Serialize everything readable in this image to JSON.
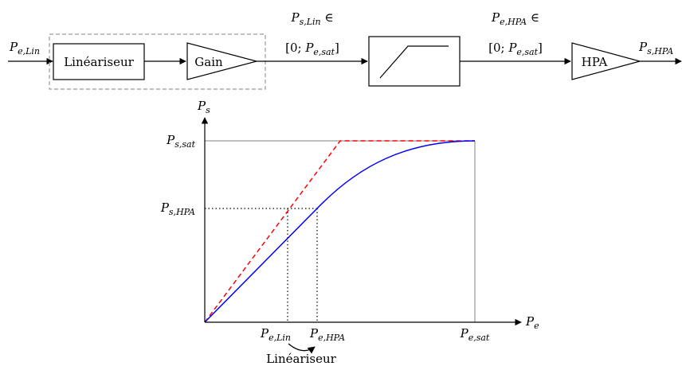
{
  "block_diagram": {
    "input_label": {
      "main": "P",
      "sub": "e,Lin"
    },
    "linearizer_label": "Linéariseur",
    "gain_label": "Gain",
    "mid_signal": {
      "main": "P",
      "sub": "s,Lin",
      "suffix": " ∈",
      "range_pre": "[0; ",
      "range_main": "P",
      "range_sub": "e,sat",
      "range_post": "]"
    },
    "hpa_in_signal": {
      "main": "P",
      "sub": "e,HPA",
      "suffix": " ∈",
      "range_pre": "[0; ",
      "range_main": "P",
      "range_sub": "e,sat",
      "range_post": "]"
    },
    "hpa_label": "HPA",
    "output_label": {
      "main": "P",
      "sub": "s,HPA"
    }
  },
  "plot": {
    "y_axis_label": {
      "main": "P",
      "sub": "s"
    },
    "x_axis_label": {
      "main": "P",
      "sub": "e"
    },
    "y_ticks": [
      {
        "main": "P",
        "sub": "s,sat"
      },
      {
        "main": "P",
        "sub": "s,HPA"
      }
    ],
    "x_ticks": [
      {
        "main": "P",
        "sub": "e,Lin"
      },
      {
        "main": "P",
        "sub": "e,HPA"
      },
      {
        "main": "P",
        "sub": "e,sat"
      }
    ],
    "bottom_label": "Linéariseur",
    "colors": {
      "hpa_curve": "#0000ff",
      "ideal_curve": "#ff0000",
      "frame": "#808080"
    }
  }
}
